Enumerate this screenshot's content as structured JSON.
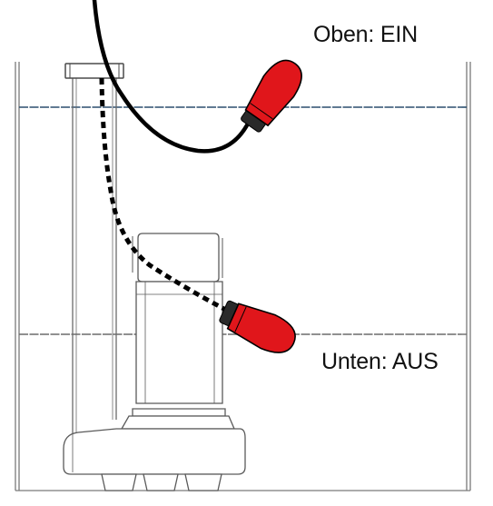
{
  "labels": {
    "top_state": "Oben: EIN",
    "bottom_state": "Unten: AUS"
  },
  "colors": {
    "float_switch": "#e0161b",
    "water_line": "#2b4f6e",
    "outline": "#6b6b6b",
    "cable": "#000000",
    "background": "#ffffff"
  },
  "icons": {
    "upper_float": "float-switch-on",
    "lower_float": "float-switch-off",
    "pump": "submersible-pump"
  }
}
